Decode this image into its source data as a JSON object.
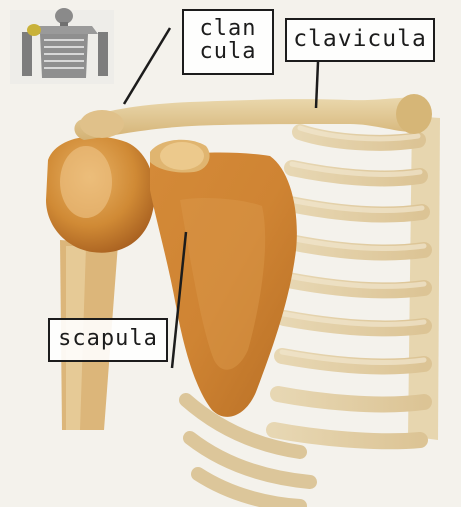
{
  "labels": {
    "clan_line1": "clan",
    "clan_line2": "cula",
    "clavicle": "clavicula",
    "scapula": "scapula"
  },
  "icons": {
    "thumbnail": "skeleton-thumbnail-icon"
  },
  "colors": {
    "page_background": "#f4f2ec",
    "bone_light": "#e3cfa2",
    "bone_mid": "#d7ad6c",
    "bone_dark": "#c27a2c",
    "ink": "#1c1c1c"
  }
}
